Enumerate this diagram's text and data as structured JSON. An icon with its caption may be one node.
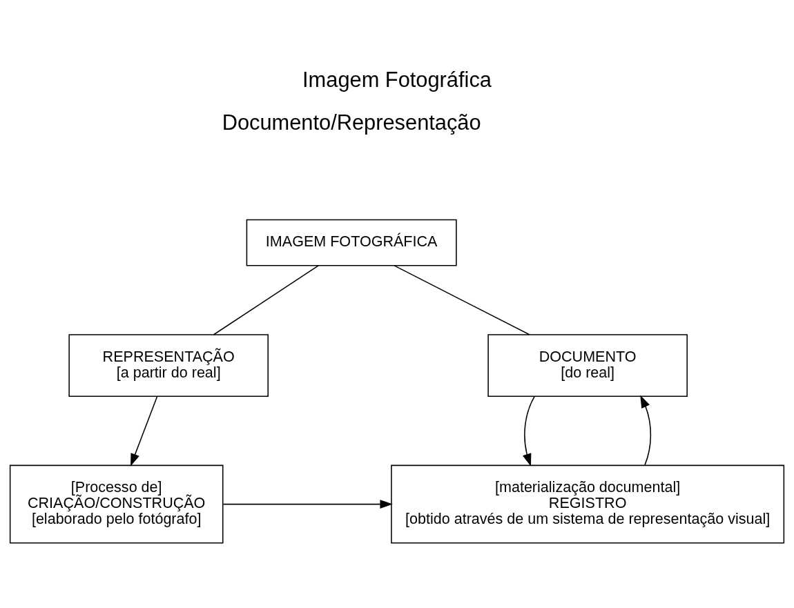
{
  "diagram": {
    "title": "Imagem Fotográfica",
    "nodes": [
      {
        "text": [
          "IMAGEM FOTOGRÁFICA"
        ]
      },
      {
        "text": [
          "REPRESENTAÇÃO",
          "[a partir do real]"
        ]
      },
      {
        "text": [
          "DOCUMENTO",
          "[do real]"
        ]
      },
      {
        "text": [
          "[Processo de]",
          "CRIAÇÃO/CONSTRUÇÃO",
          "[elaborado pelo fotógrafo]"
        ]
      },
      {
        "text": [
          "[materialização documental]",
          "REGISTRO",
          "[obtido através de um sistema de representação visual]"
        ]
      }
    ],
    "edges": [
      {
        "from": 0,
        "to": 1,
        "arrow": "none"
      },
      {
        "from": 0,
        "to": 2,
        "arrow": "none"
      },
      {
        "from": 1,
        "to": 3,
        "arrow": "to"
      },
      {
        "from": 3,
        "to": 4,
        "arrow": "to"
      },
      {
        "from": 4,
        "to": 2,
        "arrow": "to"
      },
      {
        "from": 2,
        "to": 4,
        "arrow": "to"
      }
    ],
    "labels": [
      "Documento/Representação"
    ]
  }
}
